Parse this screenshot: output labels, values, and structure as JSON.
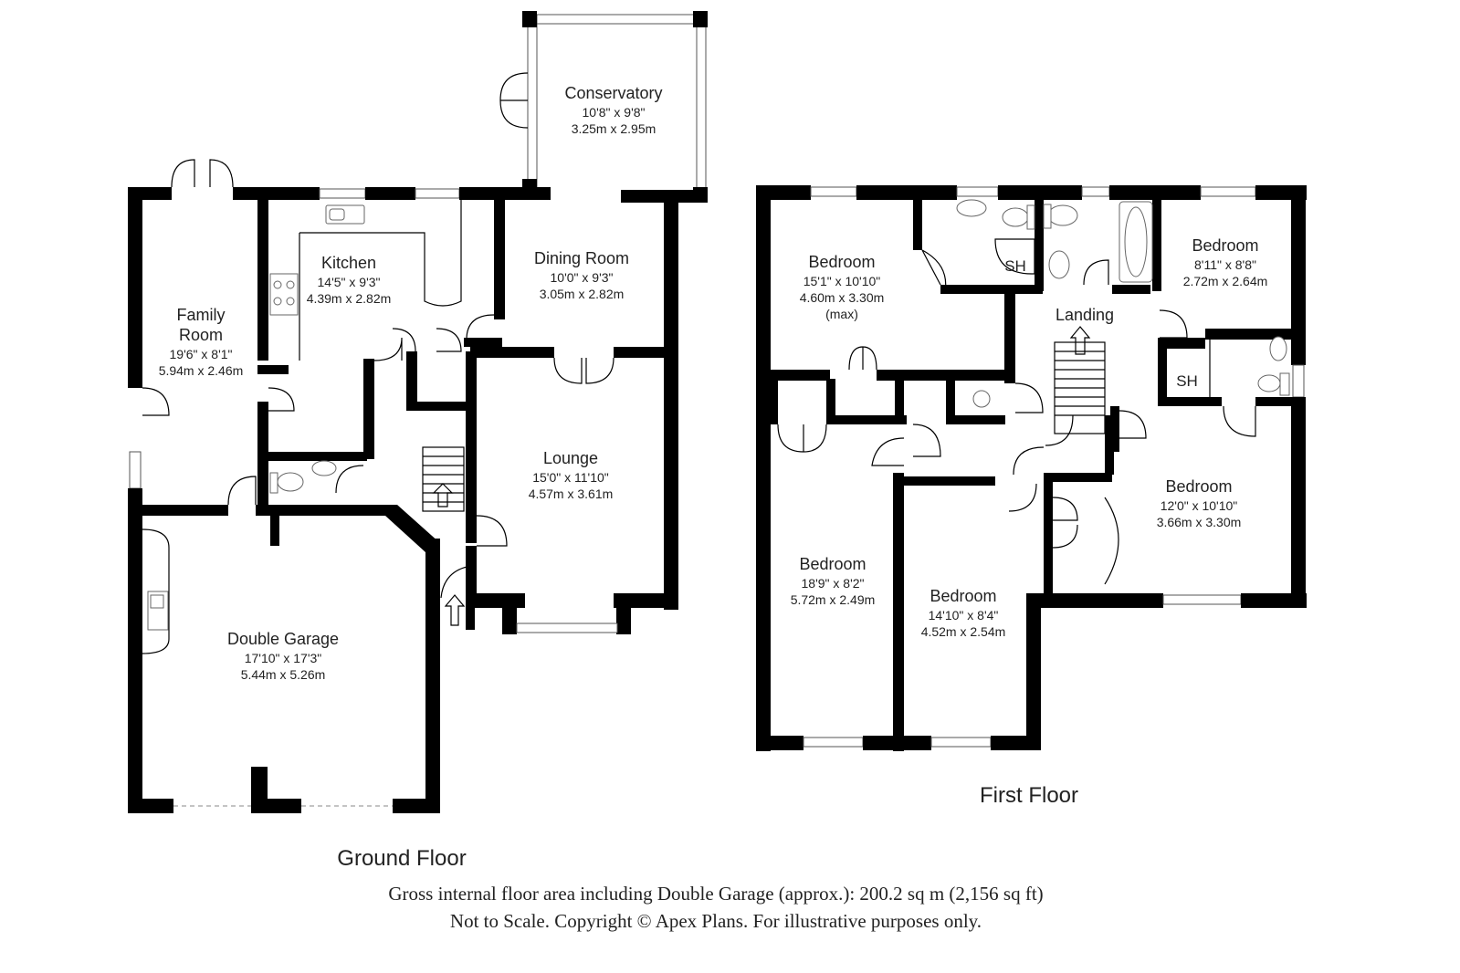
{
  "ground_floor": {
    "title": "Ground Floor",
    "rooms": [
      {
        "key": "conservatory",
        "name": "Conservatory",
        "dims": [
          "10'8\" x 9'8\"",
          "3.25m x 2.95m"
        ]
      },
      {
        "key": "kitchen",
        "name": "Kitchen",
        "dims": [
          "14'5\" x 9'3\"",
          "4.39m x 2.82m"
        ]
      },
      {
        "key": "dining",
        "name": "Dining Room",
        "dims": [
          "10'0\" x 9'3\"",
          "3.05m x 2.82m"
        ]
      },
      {
        "key": "family",
        "name": "Family\nRoom",
        "dims": [
          "19'6\" x 8'1\"",
          "5.94m x 2.46m"
        ]
      },
      {
        "key": "lounge",
        "name": "Lounge",
        "dims": [
          "15'0\" x 11'10\"",
          "4.57m x 3.61m"
        ]
      },
      {
        "key": "garage",
        "name": "Double Garage",
        "dims": [
          "17'10\" x 17'3\"",
          "5.44m x 5.26m"
        ]
      }
    ]
  },
  "first_floor": {
    "title": "First Floor",
    "rooms": [
      {
        "key": "bed1",
        "name": "Bedroom",
        "dims": [
          "15'1\" x 10'10\"",
          "4.60m x 3.30m",
          "(max)"
        ]
      },
      {
        "key": "bed2",
        "name": "Bedroom",
        "dims": [
          "8'11\" x 8'8\"",
          "2.72m x 2.64m"
        ]
      },
      {
        "key": "landing",
        "name": "Landing",
        "dims": []
      },
      {
        "key": "bed3",
        "name": "Bedroom",
        "dims": [
          "18'9\" x 8'2\"",
          "5.72m x 2.49m"
        ]
      },
      {
        "key": "bed4",
        "name": "Bedroom",
        "dims": [
          "14'10\" x 8'4\"",
          "4.52m x 2.54m"
        ]
      },
      {
        "key": "bed5",
        "name": "Bedroom",
        "dims": [
          "12'0\" x 10'10\"",
          "3.66m x 3.30m"
        ]
      }
    ],
    "sh_labels": [
      "SH",
      "SH"
    ]
  },
  "footer": {
    "line1": "Gross internal floor area including Double Garage (approx.): 200.2 sq m (2,156 sq ft)",
    "line2": "Not to Scale. Copyright © Apex Plans. For illustrative purposes only."
  }
}
